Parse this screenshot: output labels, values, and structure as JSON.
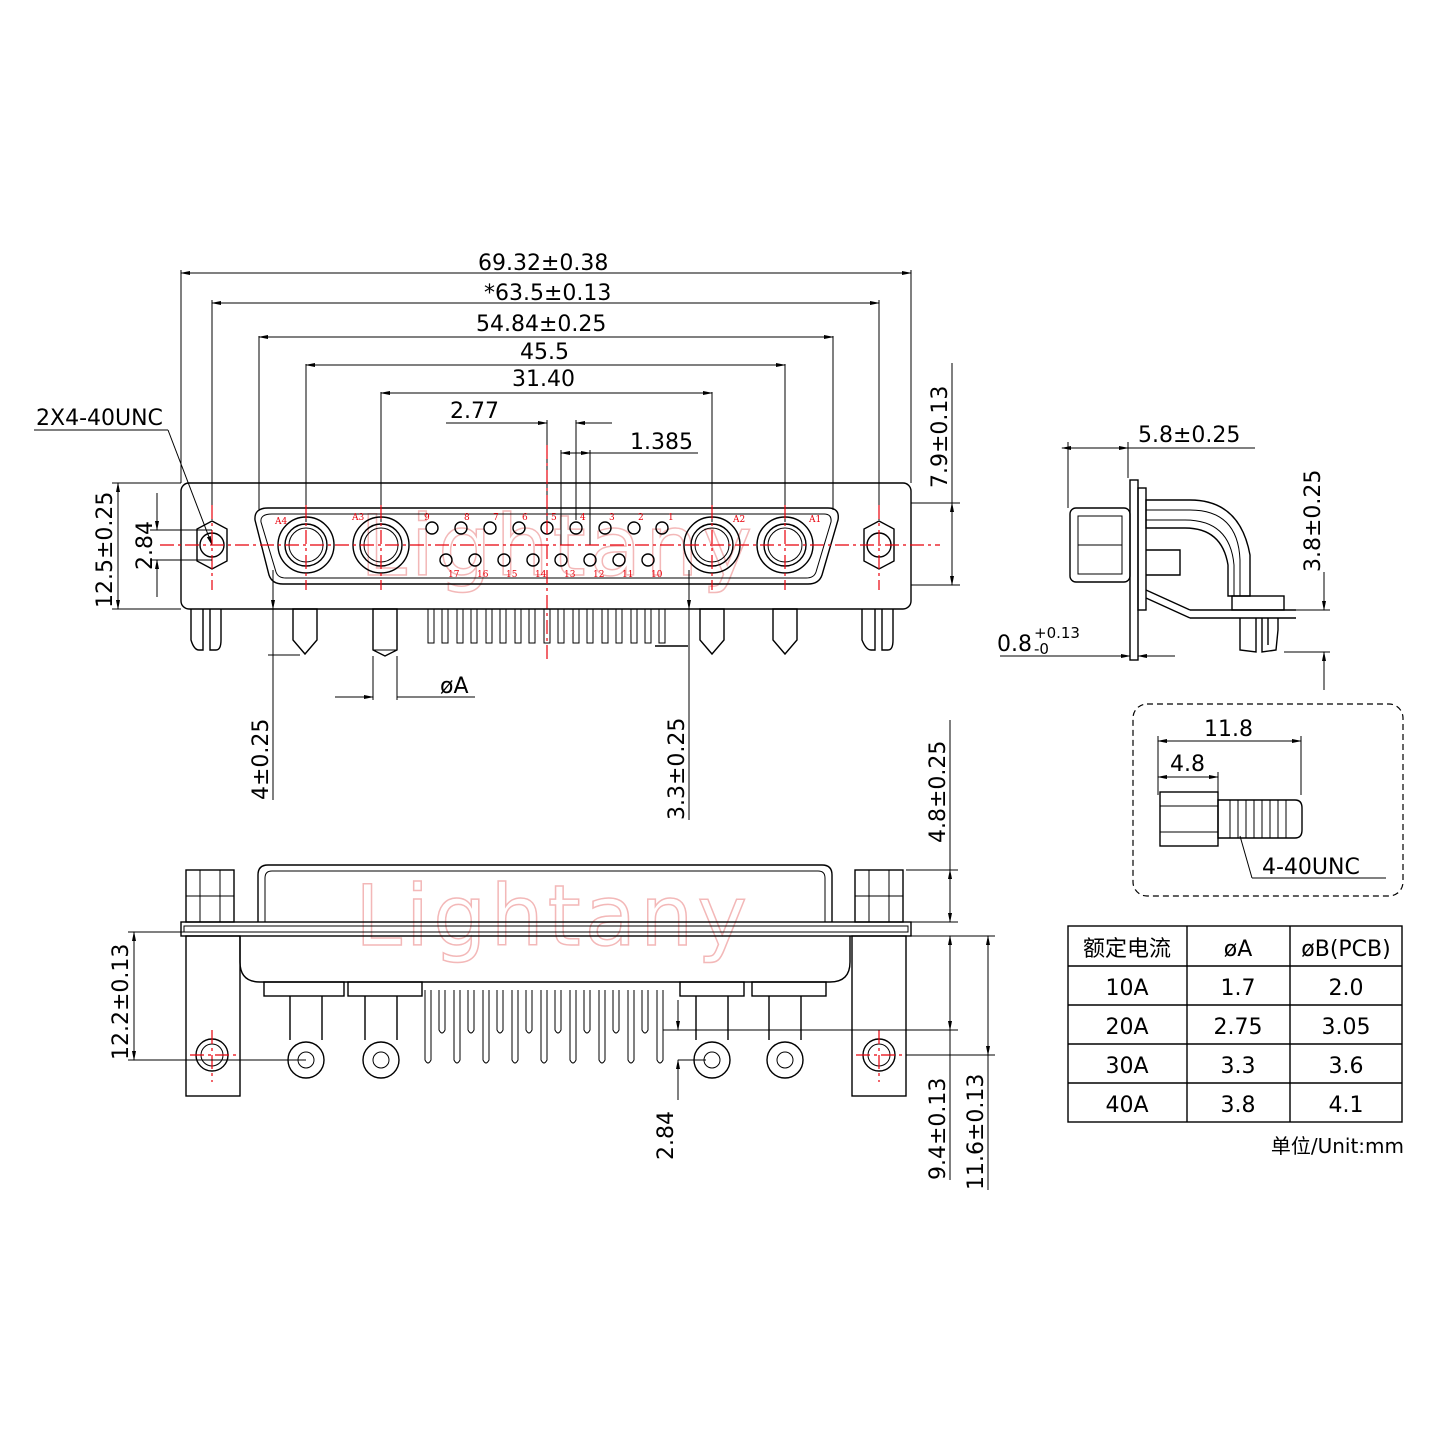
{
  "watermark": "Lightany",
  "front_view": {
    "width_dims": [
      "69.32±0.38",
      "*63.5±0.13",
      "54.84±0.25",
      "45.5",
      "31.40",
      "2.77",
      "1.385"
    ],
    "thread_note": "2X4-40UNC",
    "left_dims": [
      "12.5±0.25",
      "2.84"
    ],
    "right_dim": "7.9±0.13",
    "below_dims": [
      "4±0.25",
      "øA",
      "3.3±0.25"
    ],
    "pin_labels_top": [
      "9",
      "8",
      "7",
      "6",
      "5",
      "4",
      "3",
      "2",
      "1"
    ],
    "pin_labels_bottom": [
      "17",
      "16",
      "15",
      "14",
      "13",
      "12",
      "11",
      "10"
    ],
    "coax_labels": [
      "A4",
      "A3",
      "A2",
      "A1"
    ]
  },
  "side_view": {
    "width_dim": "5.8±0.25",
    "height_dim": "3.8±0.25",
    "flange_dim": "0.8",
    "flange_tol_upper": "+0.13",
    "flange_tol_lower": "-0"
  },
  "screw_detail": {
    "overall_len": "11.8",
    "head_len": "4.8",
    "thread": "4-40UNC"
  },
  "bottom_view": {
    "dims_left": [
      "12.2±0.13"
    ],
    "dims_right": [
      "4.8±0.25",
      "9.4±0.13",
      "11.6±0.13"
    ],
    "dim_pin": "2.84"
  },
  "rating_table": {
    "headers": [
      "额定电流",
      "øA",
      "øB(PCB)"
    ],
    "rows": [
      [
        "10A",
        "1.7",
        "2.0"
      ],
      [
        "20A",
        "2.75",
        "3.05"
      ],
      [
        "30A",
        "3.3",
        "3.6"
      ],
      [
        "40A",
        "3.8",
        "4.1"
      ]
    ],
    "unit_note": "单位/Unit:mm"
  },
  "colors": {
    "line": "#000000",
    "center_line": "#e8000b",
    "watermark": "#f3b8b8"
  }
}
